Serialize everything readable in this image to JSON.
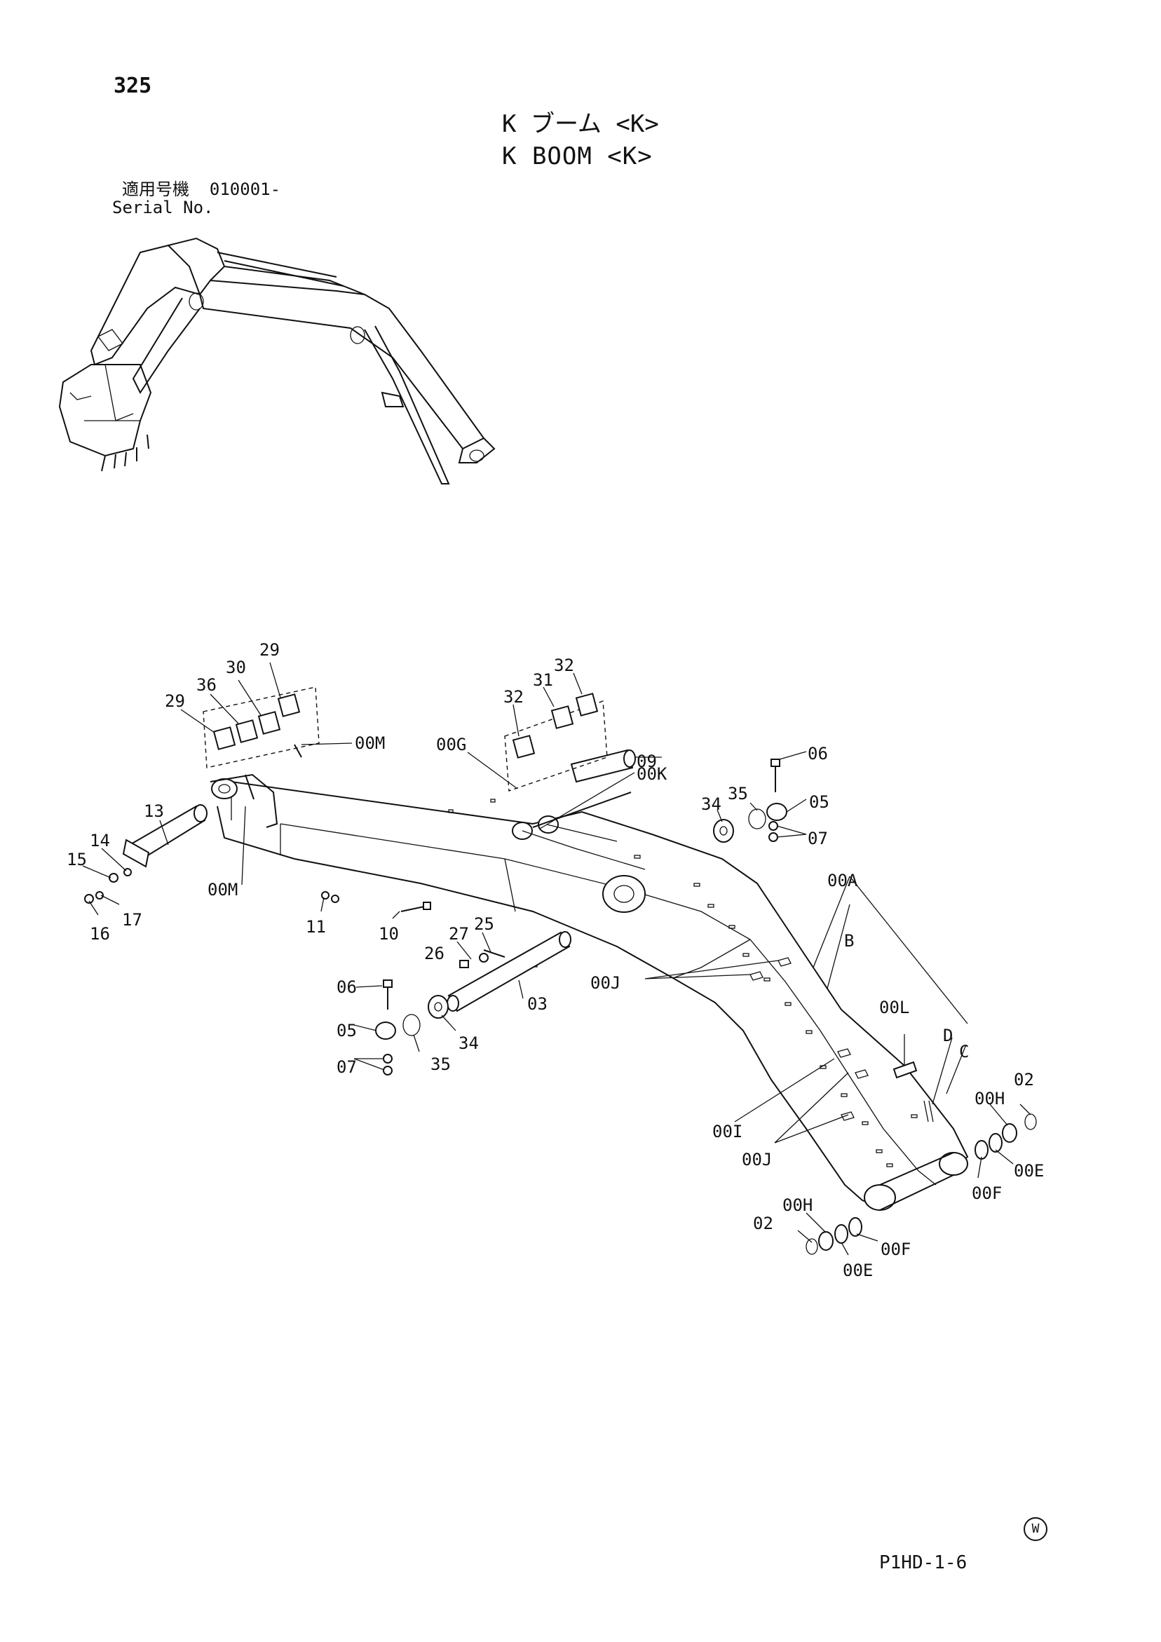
{
  "header": {
    "page_number": "325",
    "title_jp": "K ブーム <K>",
    "title_en": "K BOOM <K>",
    "serial_label_jp": "適用号機",
    "serial_value": "010001-",
    "serial_label_en": "Serial No."
  },
  "footer": {
    "mark": "W",
    "code": "P1HD-1-6"
  },
  "callouts": [
    {
      "id": "c29a",
      "label": "29"
    },
    {
      "id": "c36",
      "label": "36"
    },
    {
      "id": "c30",
      "label": "30"
    },
    {
      "id": "c29b",
      "label": "29"
    },
    {
      "id": "c00Ma",
      "label": "00M"
    },
    {
      "id": "c13",
      "label": "13"
    },
    {
      "id": "c14",
      "label": "14"
    },
    {
      "id": "c15",
      "label": "15"
    },
    {
      "id": "c17",
      "label": "17"
    },
    {
      "id": "c16",
      "label": "16"
    },
    {
      "id": "c00Mb",
      "label": "00M"
    },
    {
      "id": "c11",
      "label": "11"
    },
    {
      "id": "c10",
      "label": "10"
    },
    {
      "id": "c27",
      "label": "27"
    },
    {
      "id": "c25",
      "label": "25"
    },
    {
      "id": "c26",
      "label": "26"
    },
    {
      "id": "c03",
      "label": "03"
    },
    {
      "id": "c34a",
      "label": "34"
    },
    {
      "id": "c35a",
      "label": "35"
    },
    {
      "id": "c06a",
      "label": "06"
    },
    {
      "id": "c05a",
      "label": "05"
    },
    {
      "id": "c07a",
      "label": "07"
    },
    {
      "id": "c00G",
      "label": "00G"
    },
    {
      "id": "c32a",
      "label": "32"
    },
    {
      "id": "c31",
      "label": "31"
    },
    {
      "id": "c32b",
      "label": "32"
    },
    {
      "id": "c09",
      "label": "09"
    },
    {
      "id": "c00K",
      "label": "00K"
    },
    {
      "id": "c06b",
      "label": "06"
    },
    {
      "id": "c35b",
      "label": "35"
    },
    {
      "id": "c05b",
      "label": "05"
    },
    {
      "id": "c34b",
      "label": "34"
    },
    {
      "id": "c07b",
      "label": "07"
    },
    {
      "id": "c00A",
      "label": "00A"
    },
    {
      "id": "cB",
      "label": "B"
    },
    {
      "id": "c00Ja",
      "label": "00J"
    },
    {
      "id": "c00L",
      "label": "00L"
    },
    {
      "id": "cD",
      "label": "D"
    },
    {
      "id": "cC",
      "label": "C"
    },
    {
      "id": "c00I",
      "label": "00I"
    },
    {
      "id": "c00Jb",
      "label": "00J"
    },
    {
      "id": "c02a",
      "label": "02"
    },
    {
      "id": "c00Ha",
      "label": "00H"
    },
    {
      "id": "c00Ea",
      "label": "00E"
    },
    {
      "id": "c00Fa",
      "label": "00F"
    },
    {
      "id": "c00Hb",
      "label": "00H"
    },
    {
      "id": "c02b",
      "label": "02"
    },
    {
      "id": "c00Fb",
      "label": "00F"
    },
    {
      "id": "c00Eb",
      "label": "00E"
    }
  ]
}
